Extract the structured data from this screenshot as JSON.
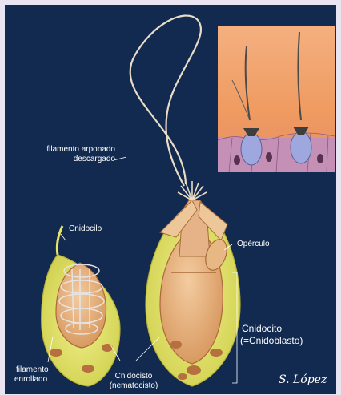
{
  "labels": {
    "filamento_arponado": "filamento arponado",
    "descargado": "descargado",
    "cnidocilo": "Cnidocilo",
    "operculo": "Opérculo",
    "cnidocito": "Cnidocito",
    "cnidoblasto": "(=Cnidoblasto)",
    "filamento": "filamento",
    "enrollado": "enrollado",
    "cnidocisto": "Cnidocisto",
    "nematocisto": "(nematocisto)"
  },
  "signature": "S. López",
  "colors": {
    "background": "#122a4f",
    "frame": "#e8e4f2",
    "cell_yellow": "#e6e56a",
    "capsule": "#e4b07e",
    "nucleus": "#b66f3e",
    "inset_sky": "#f2a66c",
    "inset_tissue": "#c490b6"
  }
}
